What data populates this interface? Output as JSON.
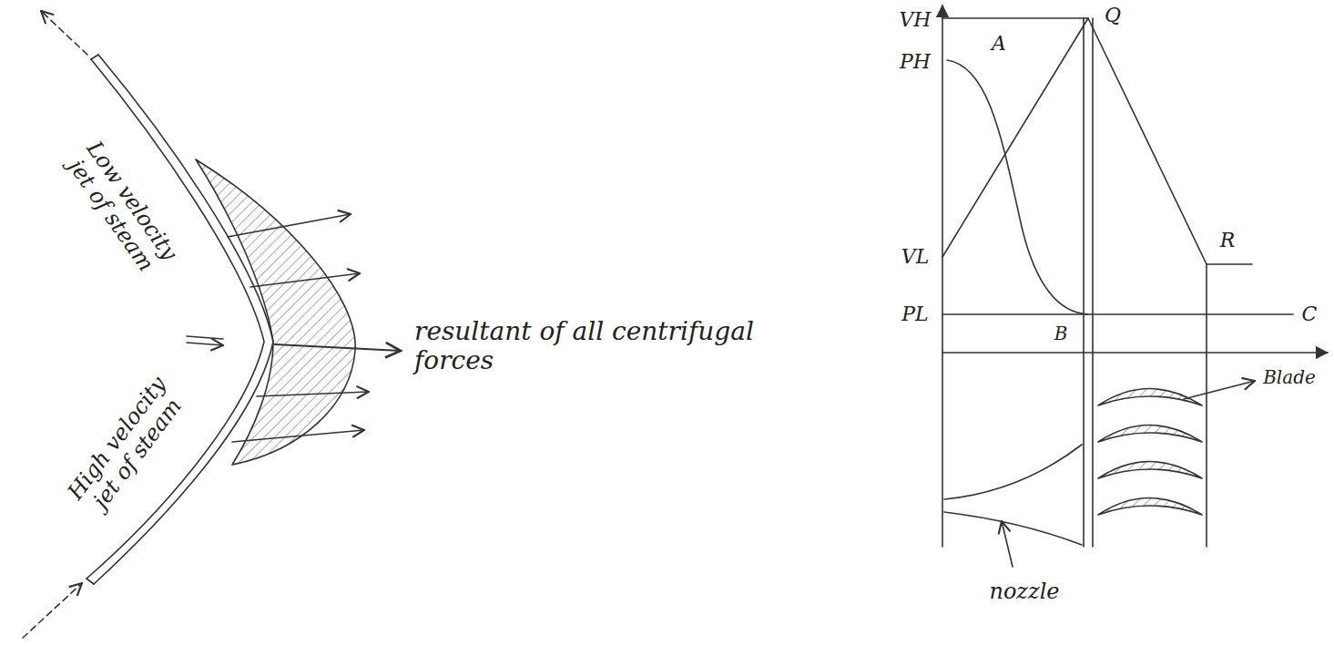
{
  "diagram": {
    "labels": [
      "Low velocity jet of steam",
      "High velocity jet of steam",
      "resultant of all centrifugal forces",
      "VH",
      "PH",
      "A",
      "Q",
      "VL",
      "PL",
      "B",
      "C",
      "R",
      "Blade",
      "nozzle"
    ]
  }
}
